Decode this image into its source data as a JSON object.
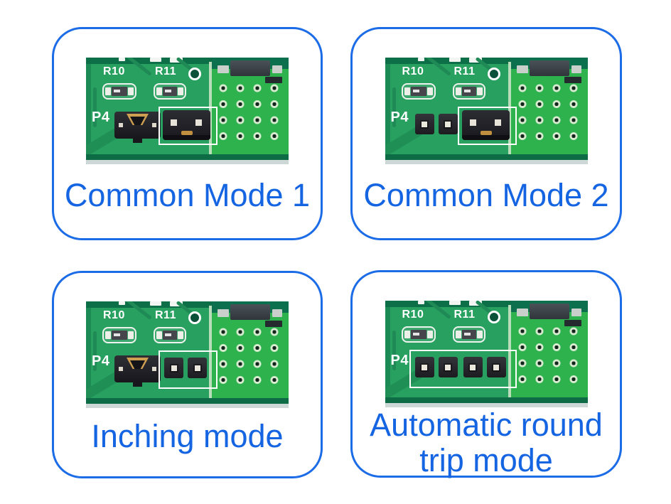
{
  "theme": {
    "card_border_blue": "#1b6ce6",
    "caption_blue": "#1565e2",
    "pcb_green": "#28a05f",
    "perfboard_green": "#2eb24e",
    "silkscreen_white": "#ffffff",
    "jumper_gold": "#cf9f51",
    "highlight_box_white": "#ffffff"
  },
  "pcb": {
    "silkscreen": {
      "r10": "R10",
      "r11": "R11",
      "p4": "P4"
    }
  },
  "cards": [
    {
      "id": "common-mode-1",
      "label": "Common Mode 1",
      "jumper_pair_1_2": "capped",
      "jumper_pair_3_4": "capped",
      "highlight": "pair-3-4"
    },
    {
      "id": "common-mode-2",
      "label": "Common Mode 2",
      "jumper_pair_1_2": "open",
      "jumper_pair_3_4": "capped",
      "highlight": "pair-3-4"
    },
    {
      "id": "inching-mode",
      "label": "Inching mode",
      "jumper_pair_1_2": "capped",
      "jumper_pair_3_4": "open",
      "highlight": "pair-3-4"
    },
    {
      "id": "automatic-round-trip-mode",
      "label": "Automatic round trip mode",
      "jumper_pair_1_2": "open",
      "jumper_pair_3_4": "open",
      "highlight": "all-pins"
    }
  ]
}
